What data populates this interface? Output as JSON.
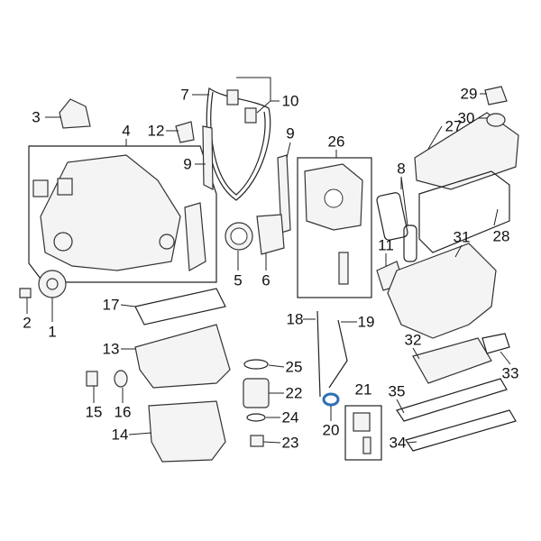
{
  "diagram": {
    "highlight_color": "#2f6fb5",
    "callouts": [
      {
        "id": "c1",
        "label": "1"
      },
      {
        "id": "c2",
        "label": "2"
      },
      {
        "id": "c3",
        "label": "3"
      },
      {
        "id": "c4",
        "label": "4"
      },
      {
        "id": "c5",
        "label": "5"
      },
      {
        "id": "c6",
        "label": "6"
      },
      {
        "id": "c7",
        "label": "7"
      },
      {
        "id": "c8",
        "label": "8"
      },
      {
        "id": "c9a",
        "label": "9"
      },
      {
        "id": "c9b",
        "label": "9"
      },
      {
        "id": "c10",
        "label": "10"
      },
      {
        "id": "c11",
        "label": "11"
      },
      {
        "id": "c12",
        "label": "12"
      },
      {
        "id": "c13",
        "label": "13"
      },
      {
        "id": "c14",
        "label": "14"
      },
      {
        "id": "c15",
        "label": "15"
      },
      {
        "id": "c16",
        "label": "16"
      },
      {
        "id": "c17",
        "label": "17"
      },
      {
        "id": "c18",
        "label": "18"
      },
      {
        "id": "c19",
        "label": "19"
      },
      {
        "id": "c20",
        "label": "20"
      },
      {
        "id": "c21",
        "label": "21"
      },
      {
        "id": "c22",
        "label": "22"
      },
      {
        "id": "c23",
        "label": "23"
      },
      {
        "id": "c24",
        "label": "24"
      },
      {
        "id": "c25",
        "label": "25"
      },
      {
        "id": "c26",
        "label": "26"
      },
      {
        "id": "c27",
        "label": "27"
      },
      {
        "id": "c28",
        "label": "28"
      },
      {
        "id": "c29",
        "label": "29"
      },
      {
        "id": "c30",
        "label": "30"
      },
      {
        "id": "c31",
        "label": "31"
      },
      {
        "id": "c32",
        "label": "32"
      },
      {
        "id": "c33",
        "label": "33"
      },
      {
        "id": "c34",
        "label": "34"
      },
      {
        "id": "c35",
        "label": "35"
      }
    ]
  }
}
